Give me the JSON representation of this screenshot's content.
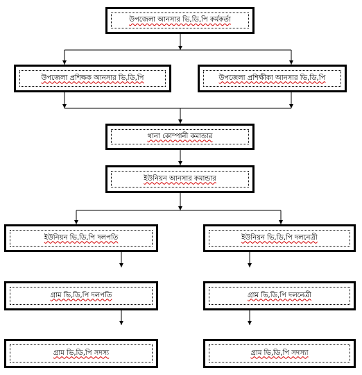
{
  "org_chart": {
    "officer": "উপজেলা আনসার ভি,ডি,পি কর্মকর্তা",
    "male_trainer": "উপজেলা প্রশিক্ষক আনসার ভি,ডি,পি",
    "female_trainer": "উপজেলা প্রশিক্ষীকা আনসার ভি,ডি,পি",
    "thana_commander": "থানা কোম্পানী কমান্ডার",
    "union_ansar_commander": "ইউনিয়ন আনসার কমান্ডার",
    "union_vdp_leader_male": "ইউনিয়ন ভি,ডি,পি দলপতি",
    "union_vdp_leader_female": "ইউনিয়ন ভি,ডি,পি দলনেত্রী",
    "village_vdp_leader_male": "গ্রাম ভি,ডি,পি দলপতি",
    "village_vdp_leader_female": "গ্রাম ভি,ডি,পি দলনেত্রী",
    "village_vdp_member_male": "গ্রাম ভি,ডি,পি সদস্য",
    "village_vdp_member_female": "গ্রাম ভি,ডি,পি সদস্যা"
  }
}
